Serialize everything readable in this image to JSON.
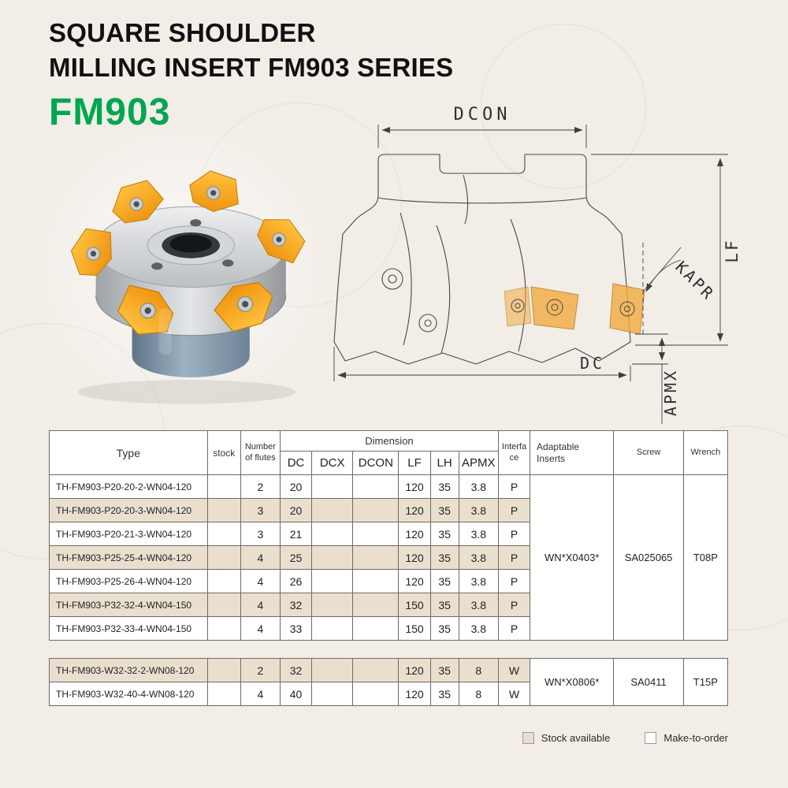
{
  "page": {
    "background": "#f2ede7",
    "accent_green": "#00a650"
  },
  "header": {
    "title_line1": "SQUARE SHOULDER",
    "title_line2": "MILLING INSERT FM903 SERIES",
    "series": "FM903"
  },
  "drawing": {
    "labels": {
      "dcon": "DCON",
      "lf": "LF",
      "kapr": "KAPR",
      "dc": "DC",
      "apmx": "APMX"
    }
  },
  "table": {
    "headers": {
      "type": "Type",
      "stock": "stock",
      "flutes_line1": "Number",
      "flutes_line2": "of flutes",
      "dimension": "Dimension",
      "dim_cols": [
        "DC",
        "DCX",
        "DCON",
        "LF",
        "LH",
        "APMX"
      ],
      "interface_line1": "Interfa",
      "interface_line2": "ce",
      "adaptable_line1": "Adaptable",
      "adaptable_line2": "Inserts",
      "screw": "Screw",
      "wrench": "Wrench"
    },
    "groups": [
      {
        "adaptable": "WN*X0403*",
        "screw": "SA025065",
        "wrench": "T08P",
        "rows": [
          {
            "type": "TH-FM903-P20-20-2-WN04-120",
            "stock": "",
            "flutes": "2",
            "dc": "20",
            "dcx": "",
            "dcon": "",
            "lf": "120",
            "lh": "35",
            "apmx": "3.8",
            "iface": "P",
            "availability": "make-to-order"
          },
          {
            "type": "TH-FM903-P20-20-3-WN04-120",
            "stock": "",
            "flutes": "3",
            "dc": "20",
            "dcx": "",
            "dcon": "",
            "lf": "120",
            "lh": "35",
            "apmx": "3.8",
            "iface": "P",
            "availability": "stock"
          },
          {
            "type": "TH-FM903-P20-21-3-WN04-120",
            "stock": "",
            "flutes": "3",
            "dc": "21",
            "dcx": "",
            "dcon": "",
            "lf": "120",
            "lh": "35",
            "apmx": "3.8",
            "iface": "P",
            "availability": "make-to-order"
          },
          {
            "type": "TH-FM903-P25-25-4-WN04-120",
            "stock": "",
            "flutes": "4",
            "dc": "25",
            "dcx": "",
            "dcon": "",
            "lf": "120",
            "lh": "35",
            "apmx": "3.8",
            "iface": "P",
            "availability": "stock"
          },
          {
            "type": "TH-FM903-P25-26-4-WN04-120",
            "stock": "",
            "flutes": "4",
            "dc": "26",
            "dcx": "",
            "dcon": "",
            "lf": "120",
            "lh": "35",
            "apmx": "3.8",
            "iface": "P",
            "availability": "make-to-order"
          },
          {
            "type": "TH-FM903-P32-32-4-WN04-150",
            "stock": "",
            "flutes": "4",
            "dc": "32",
            "dcx": "",
            "dcon": "",
            "lf": "150",
            "lh": "35",
            "apmx": "3.8",
            "iface": "P",
            "availability": "stock"
          },
          {
            "type": "TH-FM903-P32-33-4-WN04-150",
            "stock": "",
            "flutes": "4",
            "dc": "33",
            "dcx": "",
            "dcon": "",
            "lf": "150",
            "lh": "35",
            "apmx": "3.8",
            "iface": "P",
            "availability": "make-to-order"
          }
        ]
      },
      {
        "adaptable": "WN*X0806*",
        "screw": "SA0411",
        "wrench": "T15P",
        "rows": [
          {
            "type": "TH-FM903-W32-32-2-WN08-120",
            "stock": "",
            "flutes": "2",
            "dc": "32",
            "dcx": "",
            "dcon": "",
            "lf": "120",
            "lh": "35",
            "apmx": "8",
            "iface": "W",
            "availability": "stock"
          },
          {
            "type": "TH-FM903-W32-40-4-WN08-120",
            "stock": "",
            "flutes": "4",
            "dc": "40",
            "dcx": "",
            "dcon": "",
            "lf": "120",
            "lh": "35",
            "apmx": "8",
            "iface": "W",
            "availability": "make-to-order"
          }
        ]
      }
    ]
  },
  "legend": {
    "stock_label": "Stock available",
    "order_label": "Make-to-order",
    "stock_color": "#eadfcf",
    "order_color": "#ffffff"
  }
}
